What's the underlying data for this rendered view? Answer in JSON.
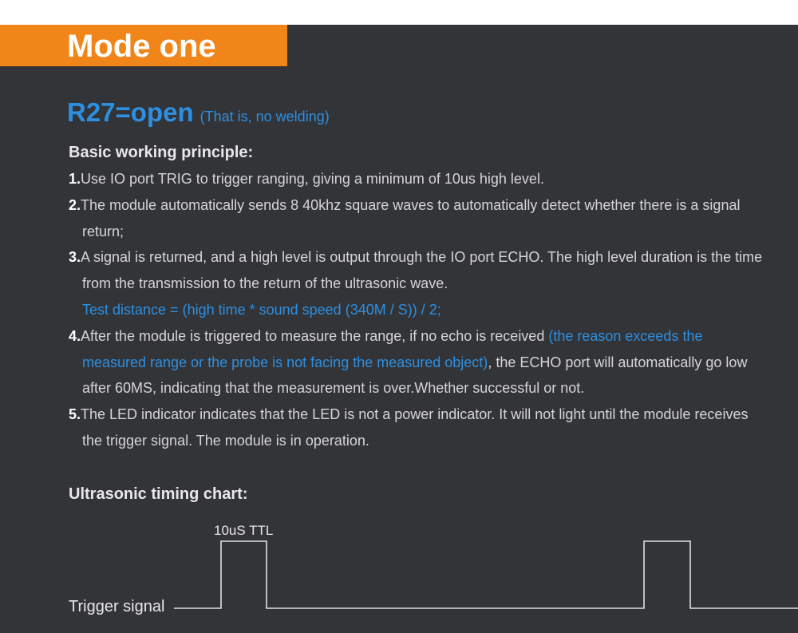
{
  "mode": {
    "title": "Mode one",
    "banner_color": "#f08519"
  },
  "heading": {
    "resistor": "R27=open",
    "note": "(That is, no welding)",
    "accent_color": "#2d8fe0"
  },
  "principle": {
    "title": "Basic working principle:",
    "items": [
      {
        "num": "1.",
        "lines": [
          "Use IO port TRIG to trigger ranging, giving a minimum of 10us high level."
        ]
      },
      {
        "num": "2.",
        "text": "The module automatically sends 8 40khz square waves to automatically detect whether there is a signal return;"
      },
      {
        "num": "3.",
        "text": "A signal is returned, and a high level is output through the IO port ECHO. The high level duration is the time from the transmission to the return of the ultrasonic wave.",
        "formula": "Test distance = (high time * sound speed (340M / S)) / 2;"
      },
      {
        "num": "4.",
        "text_before": "After the module is triggered to measure the range, if no echo is received ",
        "text_highlight": "(the reason exceeds the measured range or the probe is not facing the measured object)",
        "text_after": ", the ECHO port will automatically go low after 60MS, indicating that the measurement is over.Whether successful or not."
      },
      {
        "num": "5.",
        "text": "The LED indicator indicates that the LED is not a power indicator. It will not light until the module receives the trigger signal. The module is in operation."
      }
    ]
  },
  "timing_chart": {
    "title": "Ultrasonic timing chart:",
    "trigger_label": "Trigger signal",
    "pulse_label": "10uS TTL",
    "line_color": "#e0e0e0"
  }
}
